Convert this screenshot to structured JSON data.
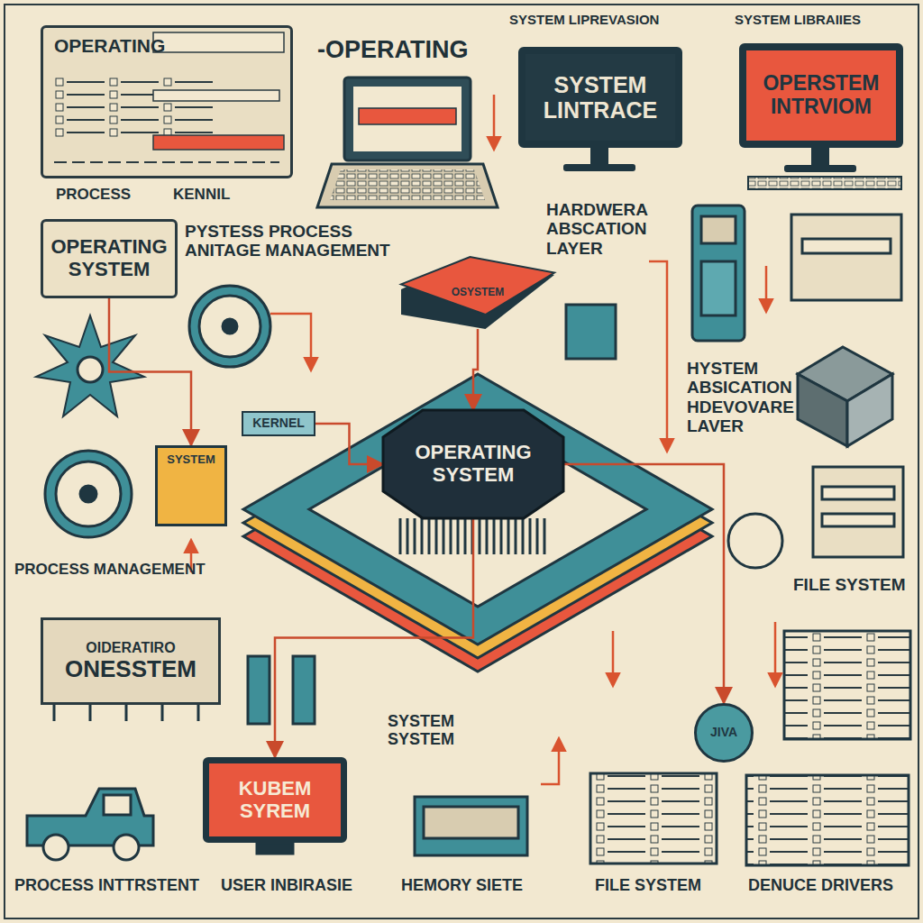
{
  "diagram": {
    "nodes": [
      {
        "text": [
          "OPERATING"
        ]
      },
      {
        "text": [
          "SYSTEM LINTRACE"
        ]
      },
      {
        "text": [
          "OPERSTEM INTRVIOM"
        ]
      },
      {
        "text": [
          "OPERATING SYSTEM"
        ]
      },
      {
        "text": [
          "OSYSTEM"
        ]
      },
      {
        "text": [
          "KERNEL"
        ]
      },
      {
        "text": [
          "SYSTEM"
        ]
      },
      {
        "text": [
          "OPERATING SYSTEM"
        ]
      },
      {
        "text": [
          "OIDERATIRO",
          "ONESSTEM"
        ]
      },
      {
        "text": [
          "JIVA"
        ]
      },
      {
        "text": [
          "KUBEM SYREM"
        ]
      }
    ],
    "edges": [
      {
        "from": 4,
        "to": 7,
        "arrow": "to"
      },
      {
        "from": 5,
        "to": 7,
        "arrow": "to"
      },
      {
        "from": 3,
        "to": 6,
        "arrow": "to"
      },
      {
        "from": 7,
        "to": 9,
        "arrow": "to"
      },
      {
        "from": 7,
        "to": 10,
        "arrow": "to"
      }
    ],
    "labels": [
      "-OPERATING",
      "SYSTEM LIPREVASION",
      "SYSTEM LIBRAIIES",
      "PROCESS",
      "KENNIL",
      "PYSTESS PROCESS ANITAGE MANAGEMENT",
      "HARDWERA ABSCATION LAYER",
      "HYSTEM ABSICATION HDEVOVARE LAVER",
      "PROCESS MANAGEMENT",
      "FILE SYSTEM",
      "SYSTEM SYSTEM",
      "PROCESS INTTRSTENT",
      "USER INBIRASIE",
      "HEMORY SIETE",
      "FILE SYSTEM",
      "DENUCE DRIVERS"
    ]
  }
}
